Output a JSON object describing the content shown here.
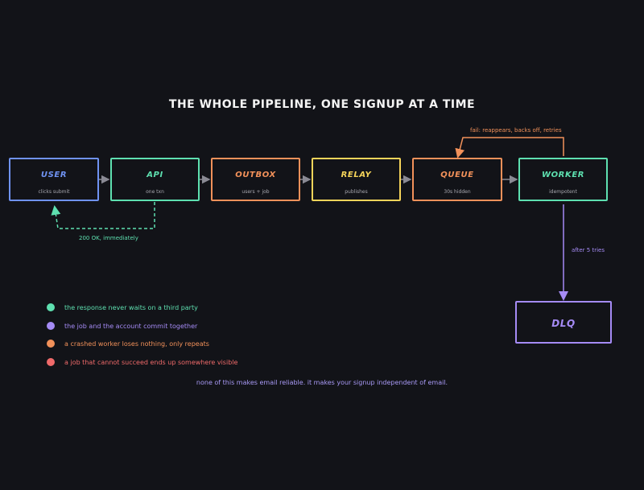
{
  "title": "THE WHOLE PIPELINE, ONE SIGNUP AT A TIME",
  "nodes": {
    "user": {
      "label": "USER",
      "sub": "clicks submit",
      "color": "#6f92f2"
    },
    "api": {
      "label": "API",
      "sub": "one txn",
      "color": "#5ee0b0"
    },
    "outbox": {
      "label": "OUTBOX",
      "sub": "users + job",
      "color": "#f2915a"
    },
    "relay": {
      "label": "RELAY",
      "sub": "publishes",
      "color": "#f5d45a"
    },
    "queue": {
      "label": "QUEUE",
      "sub": "30s hidden",
      "color": "#f2915a"
    },
    "worker": {
      "label": "WORKER",
      "sub": "idempotent",
      "color": "#5ee0b0"
    },
    "dlq": {
      "label": "DLQ",
      "color": "#a58bf5"
    }
  },
  "edges": {
    "fail_retry": "fail: reappears, backs off, retries",
    "response": "200 OK, immediately",
    "dead_letter": "after 5 tries"
  },
  "legend": [
    {
      "text": "the response never waits on a third party",
      "color": "#5ee0b0"
    },
    {
      "text": "the job and the account commit together",
      "color": "#a58bf5"
    },
    {
      "text": "a crashed worker loses nothing, only repeats",
      "color": "#f2915a"
    },
    {
      "text": "a job that cannot succeed ends up somewhere visible",
      "color": "#f06a6a"
    }
  ],
  "footnote": "none of this makes email reliable. it makes your signup independent of email.",
  "colors": {
    "background": "#121318",
    "arrow": "#8a8a94"
  }
}
